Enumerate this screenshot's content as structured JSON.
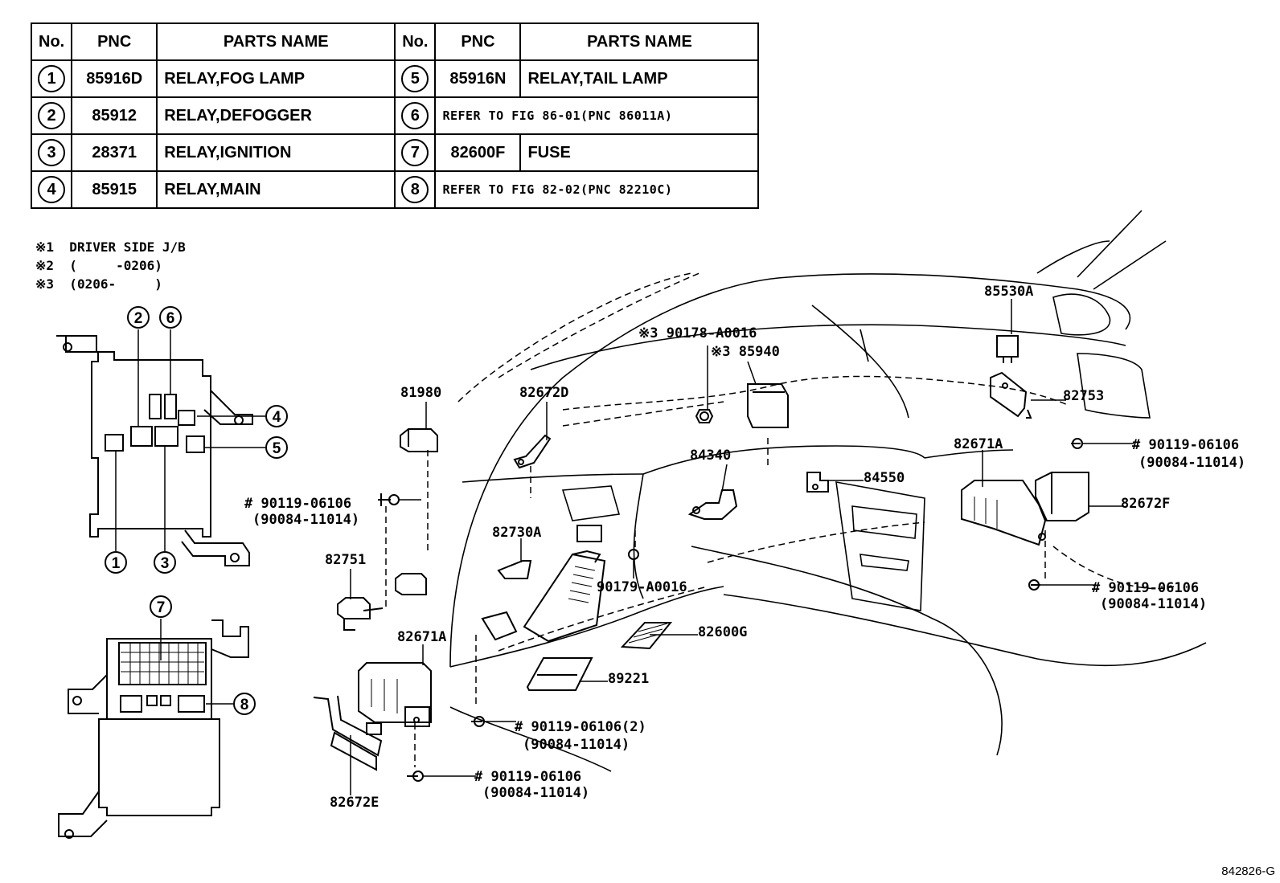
{
  "table": {
    "headers": {
      "no": "No.",
      "pnc": "PNC",
      "parts_name": "PARTS NAME"
    },
    "rows": [
      {
        "left": {
          "no": "1",
          "pnc": "85916D",
          "name": "RELAY,FOG LAMP"
        },
        "right": {
          "no": "5",
          "pnc": "85916N",
          "name": "RELAY,TAIL LAMP"
        }
      },
      {
        "left": {
          "no": "2",
          "pnc": "85912",
          "name": "RELAY,DEFOGGER"
        },
        "right": {
          "no": "6",
          "refer": "REFER TO FIG 86-01(PNC 86011A)"
        }
      },
      {
        "left": {
          "no": "3",
          "pnc": "28371",
          "name": "RELAY,IGNITION"
        },
        "right": {
          "no": "7",
          "pnc": "82600F",
          "name": "FUSE"
        }
      },
      {
        "left": {
          "no": "4",
          "pnc": "85915",
          "name": "RELAY,MAIN"
        },
        "right": {
          "no": "8",
          "refer": "REFER TO FIG 82-02(PNC 82210C)"
        }
      }
    ]
  },
  "notes": [
    "※1  DRIVER SIDE J/B",
    "※2  (     -0206)",
    "※3  (0206-     )"
  ],
  "callouts": {
    "jb_upper": [
      "2",
      "6",
      "4",
      "5",
      "1",
      "3"
    ],
    "jb_lower": [
      "7",
      "8"
    ]
  },
  "labels": {
    "p81980": "81980",
    "p82672D": "82672D",
    "p90178": "※3 90178-A0016",
    "p85940": "※3 85940",
    "p85530A": "85530A",
    "p82753": "82753",
    "p84340": "84340",
    "p84550": "84550",
    "p82671A_r": "82671A",
    "p82672F": "82672F",
    "p82730A": "82730A",
    "p82751": "82751",
    "p90179": "90179-A0016",
    "p82671A_l": "82671A",
    "p82600G": "82600G",
    "p89221": "89221",
    "p82672E": "82672E",
    "b1_a": "# 90119-06106",
    "b1_b": "(90084-11014)",
    "b2_a": "# 90119-06106",
    "b2_b": "(90084-11014)",
    "b3_a": "# 90119-06106",
    "b3_b": "(90084-11014)",
    "b4_a": "# 90119-06106(2)",
    "b4_b": "(90084-11014)",
    "b5_a": "# 90119-06106",
    "b5_b": "(90084-11014)"
  },
  "figure_id": "842826-G"
}
